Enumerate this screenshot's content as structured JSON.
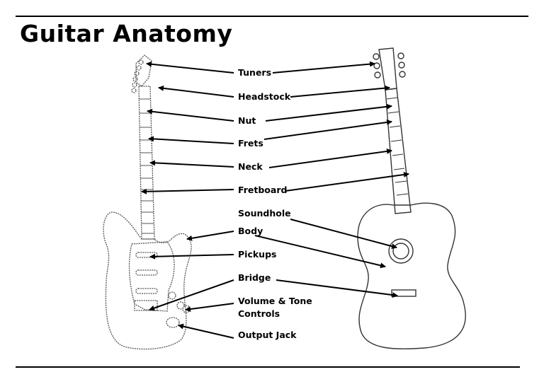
{
  "title": "Guitar Anatomy",
  "labels": {
    "tuners": "Tuners",
    "headstock": "Headstock",
    "nut": "Nut",
    "frets": "Frets",
    "neck": "Neck",
    "fretboard": "Fretboard",
    "soundhole": "Soundhole",
    "body": "Body",
    "pickups": "Pickups",
    "bridge": "Bridge",
    "volume_tone_line1": "Volume & Tone",
    "volume_tone_line2": "Controls",
    "output_jack": "Output Jack"
  },
  "colors": {
    "line": "#000000",
    "background": "#ffffff",
    "guitar_outline": "#555555"
  }
}
